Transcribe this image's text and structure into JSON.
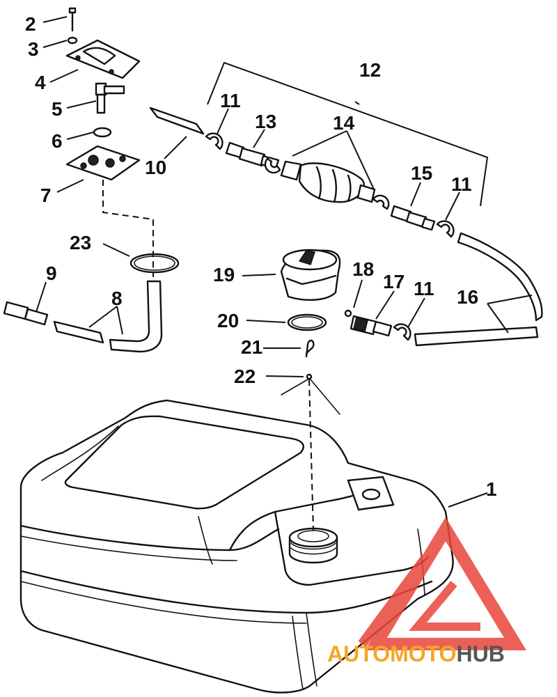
{
  "callouts": {
    "n1": "1",
    "n2": "2",
    "n3": "3",
    "n4": "4",
    "n5": "5",
    "n6": "6",
    "n7": "7",
    "n8": "8",
    "n9": "9",
    "n10": "10",
    "n11a": "11",
    "n11b": "11",
    "n11c": "11",
    "n12": "12",
    "n13": "13",
    "n14": "14",
    "n15": "15",
    "n16": "16",
    "n17": "17",
    "n18": "18",
    "n19": "19",
    "n20": "20",
    "n21": "21",
    "n22": "22",
    "n23": "23"
  },
  "watermark": {
    "part1": "AUTO",
    "part2": "MOTO",
    "part3": "HUB",
    "color_primary": "#f5a623",
    "color_secondary": "#555555",
    "logo_color": "#e8463a"
  }
}
